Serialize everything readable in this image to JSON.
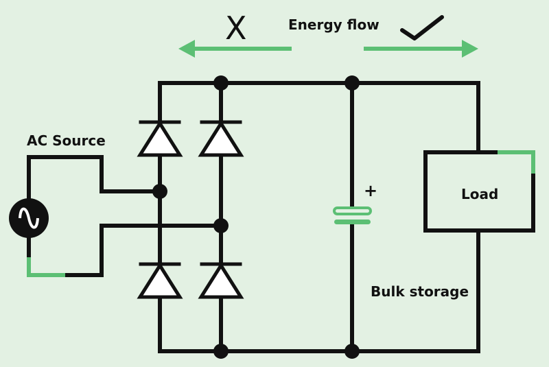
{
  "labels": {
    "energy_flow": "Energy flow",
    "reverse_mark": "X",
    "ac_source": "AC Source",
    "load": "Load",
    "bulk_storage": "Bulk storage",
    "capacitor_polarity": "+"
  },
  "colors": {
    "accent": "#5cbf74",
    "wire": "#111111",
    "background": "#e3f1e3",
    "component_fill": "#ffffff"
  },
  "icons": {
    "forward_status": "check-mark-icon",
    "ac_source": "sine-wave-icon"
  }
}
